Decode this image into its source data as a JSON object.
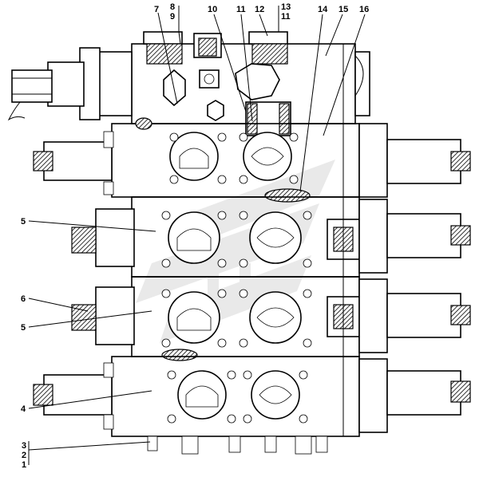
{
  "diagram": {
    "kind": "hydraulic-valve-block-assembly",
    "labels": {
      "top": [
        "7",
        "8",
        "9",
        "10",
        "11",
        "12",
        "13",
        "11",
        "14",
        "15",
        "16"
      ],
      "left": [
        "5",
        "6",
        "5",
        "4",
        "3",
        "2",
        "1"
      ]
    }
  }
}
